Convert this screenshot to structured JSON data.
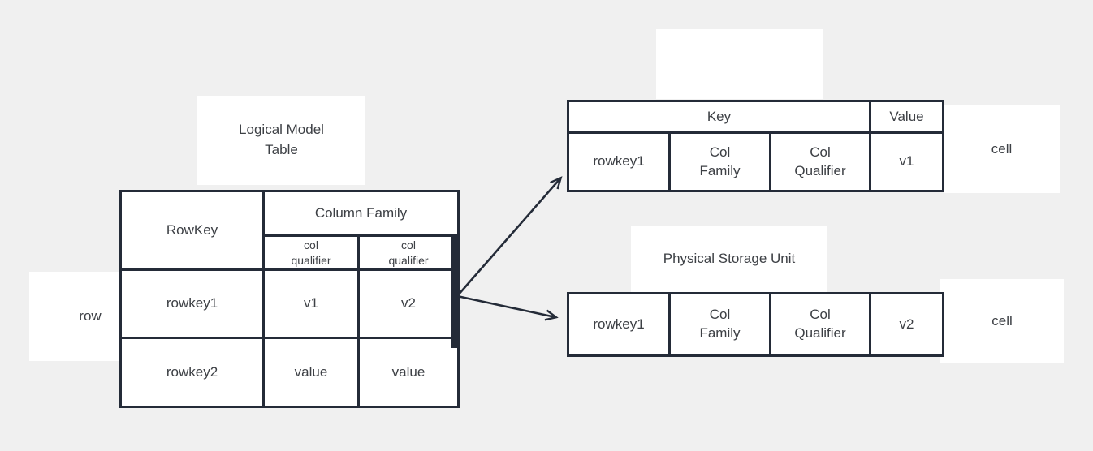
{
  "colors": {
    "background": "#f0f0f0",
    "border": "#242b38",
    "text": "#3d4045",
    "box_fill": "#ffffff"
  },
  "labels": {
    "logical_model": "Logical Model Table",
    "row": "row",
    "cell_top": "cell",
    "cell_bottom": "cell",
    "physical_storage_unit": "Physical Storage Unit"
  },
  "logical_table": {
    "rowkey_header": "RowKey",
    "column_family_header": "Column Family",
    "col_qualifier_1": "col qualifier",
    "col_qualifier_2": "col qualifier",
    "rows": [
      {
        "rowkey": "rowkey1",
        "col1": "v1",
        "col2": "v2"
      },
      {
        "rowkey": "rowkey2",
        "col1": "value",
        "col2": "value"
      }
    ]
  },
  "physical_unit_1": {
    "key_header": "Key",
    "value_header": "Value",
    "rowkey": "rowkey1",
    "col_family": "Col Family",
    "col_qualifier": "Col Qualifier",
    "value": "v1"
  },
  "physical_unit_2": {
    "rowkey": "rowkey1",
    "col_family": "Col Family",
    "col_qualifier": "Col Qualifier",
    "value": "v2"
  }
}
